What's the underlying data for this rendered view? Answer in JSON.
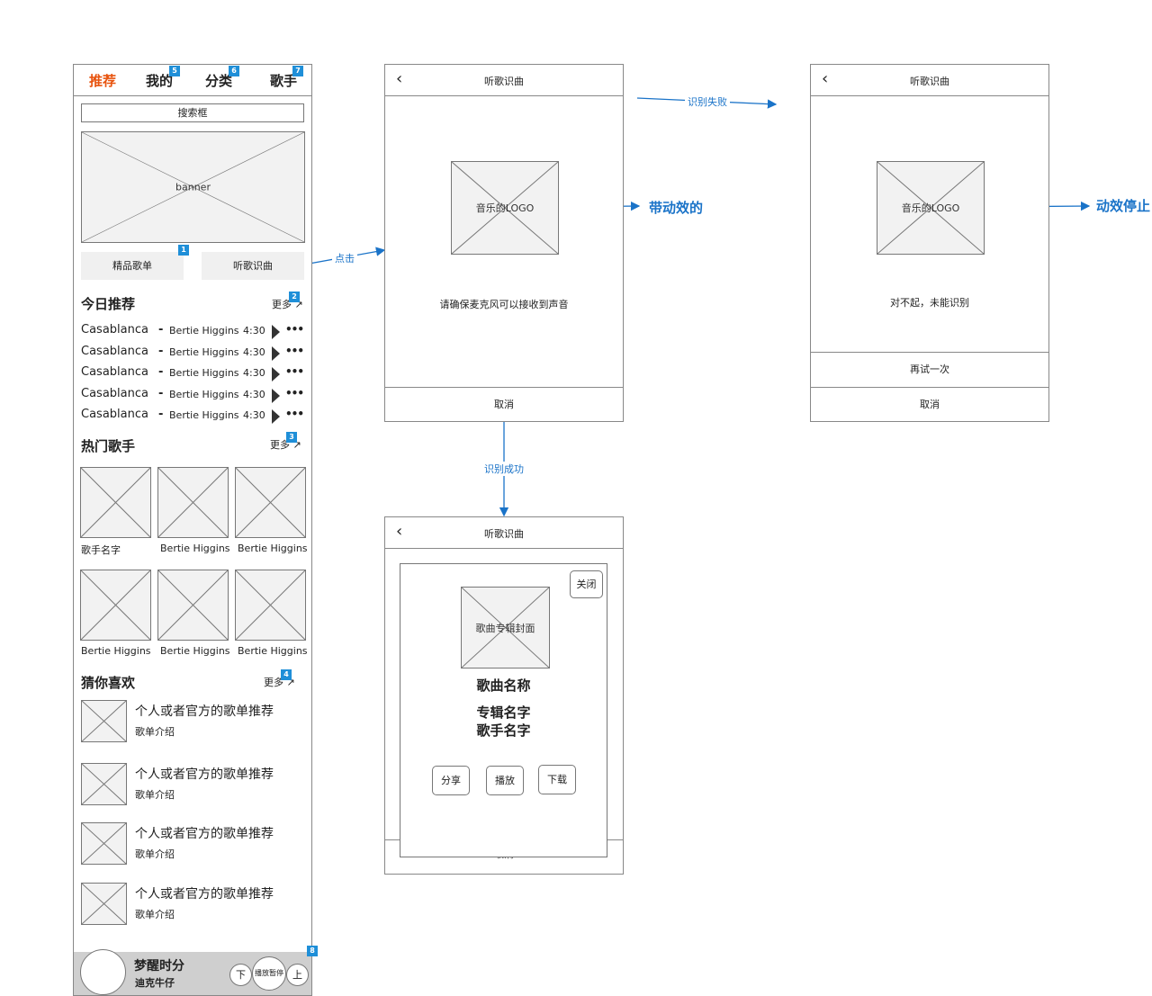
{
  "home": {
    "tabs": [
      "推荐",
      "我的",
      "分类",
      "歌手"
    ],
    "search": "搜索框",
    "banner": "banner",
    "buttons": [
      "精品歌单",
      "听歌识曲"
    ],
    "today": {
      "title": "今日推荐",
      "more": "更多"
    },
    "songs": [
      {
        "name": "Casablanca",
        "sep": "-",
        "artist": "Bertie Higgins",
        "time": "4:30"
      },
      {
        "name": "Casablanca",
        "sep": "-",
        "artist": "Bertie Higgins",
        "time": "4:30"
      },
      {
        "name": "Casablanca",
        "sep": "-",
        "artist": "Bertie Higgins",
        "time": "4:30"
      },
      {
        "name": "Casablanca",
        "sep": "-",
        "artist": "Bertie Higgins",
        "time": "4:30"
      },
      {
        "name": "Casablanca",
        "sep": "-",
        "artist": "Bertie Higgins",
        "time": "4:30"
      }
    ],
    "hot": {
      "title": "热门歌手",
      "more": "更多"
    },
    "singers": [
      "歌手名字",
      "Bertie Higgins",
      "Bertie Higgins",
      "Bertie Higgins",
      "Bertie Higgins",
      "Bertie Higgins"
    ],
    "guess": {
      "title": "猜你喜欢",
      "more": "更多"
    },
    "playlists": [
      {
        "title": "个人或者官方的歌单推荐",
        "desc": "歌单介绍"
      },
      {
        "title": "个人或者官方的歌单推荐",
        "desc": "歌单介绍"
      },
      {
        "title": "个人或者官方的歌单推荐",
        "desc": "歌单介绍"
      },
      {
        "title": "个人或者官方的歌单推荐",
        "desc": "歌单介绍"
      }
    ],
    "player": {
      "song": "梦醒时分",
      "artist": "迪克牛仔",
      "prev": "下",
      "play": "播放暂停",
      "next": "上"
    },
    "badges": [
      "1",
      "2",
      "3",
      "4",
      "5",
      "6",
      "7",
      "8"
    ]
  },
  "recognize": {
    "title": "听歌识曲",
    "logo": "音乐的LOGO",
    "hint": "请确保麦克风可以接收到声音",
    "cancel": "取消",
    "annotation": "带动效的"
  },
  "fail": {
    "title": "听歌识曲",
    "logo": "音乐的LOGO",
    "message": "对不起，未能识别",
    "retry": "再试一次",
    "cancel": "取消",
    "annotation": "动效停止"
  },
  "success": {
    "title": "听歌识曲",
    "close": "关闭",
    "cover": "歌曲专辑封面",
    "song": "歌曲名称",
    "album": "专辑名字",
    "singer": "歌手名字",
    "actions": [
      "分享",
      "播放",
      "下载"
    ],
    "cancel": "取消"
  },
  "flows": {
    "click": "点击",
    "fail": "识别失败",
    "success": "识别成功"
  },
  "colors": {
    "accent": "#e8540f",
    "flow": "#1a73c8",
    "badge": "#1f8fd8"
  }
}
